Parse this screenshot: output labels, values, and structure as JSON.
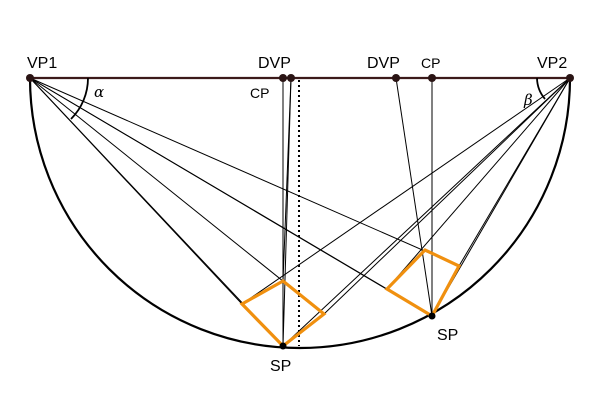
{
  "figure": {
    "labels": {
      "vp1": "VP1",
      "vp2": "VP2",
      "dvp_left": "DVP",
      "dvp_right": "DVP",
      "cp_left": "CP",
      "cp_right": "CP",
      "sp_left": "SP",
      "sp_right": "SP",
      "alpha": "α",
      "beta": "β"
    },
    "colors": {
      "horizon": "#3b1a1a",
      "lines": "#000000",
      "square": "#f0900f",
      "points": "#2a1414"
    }
  }
}
